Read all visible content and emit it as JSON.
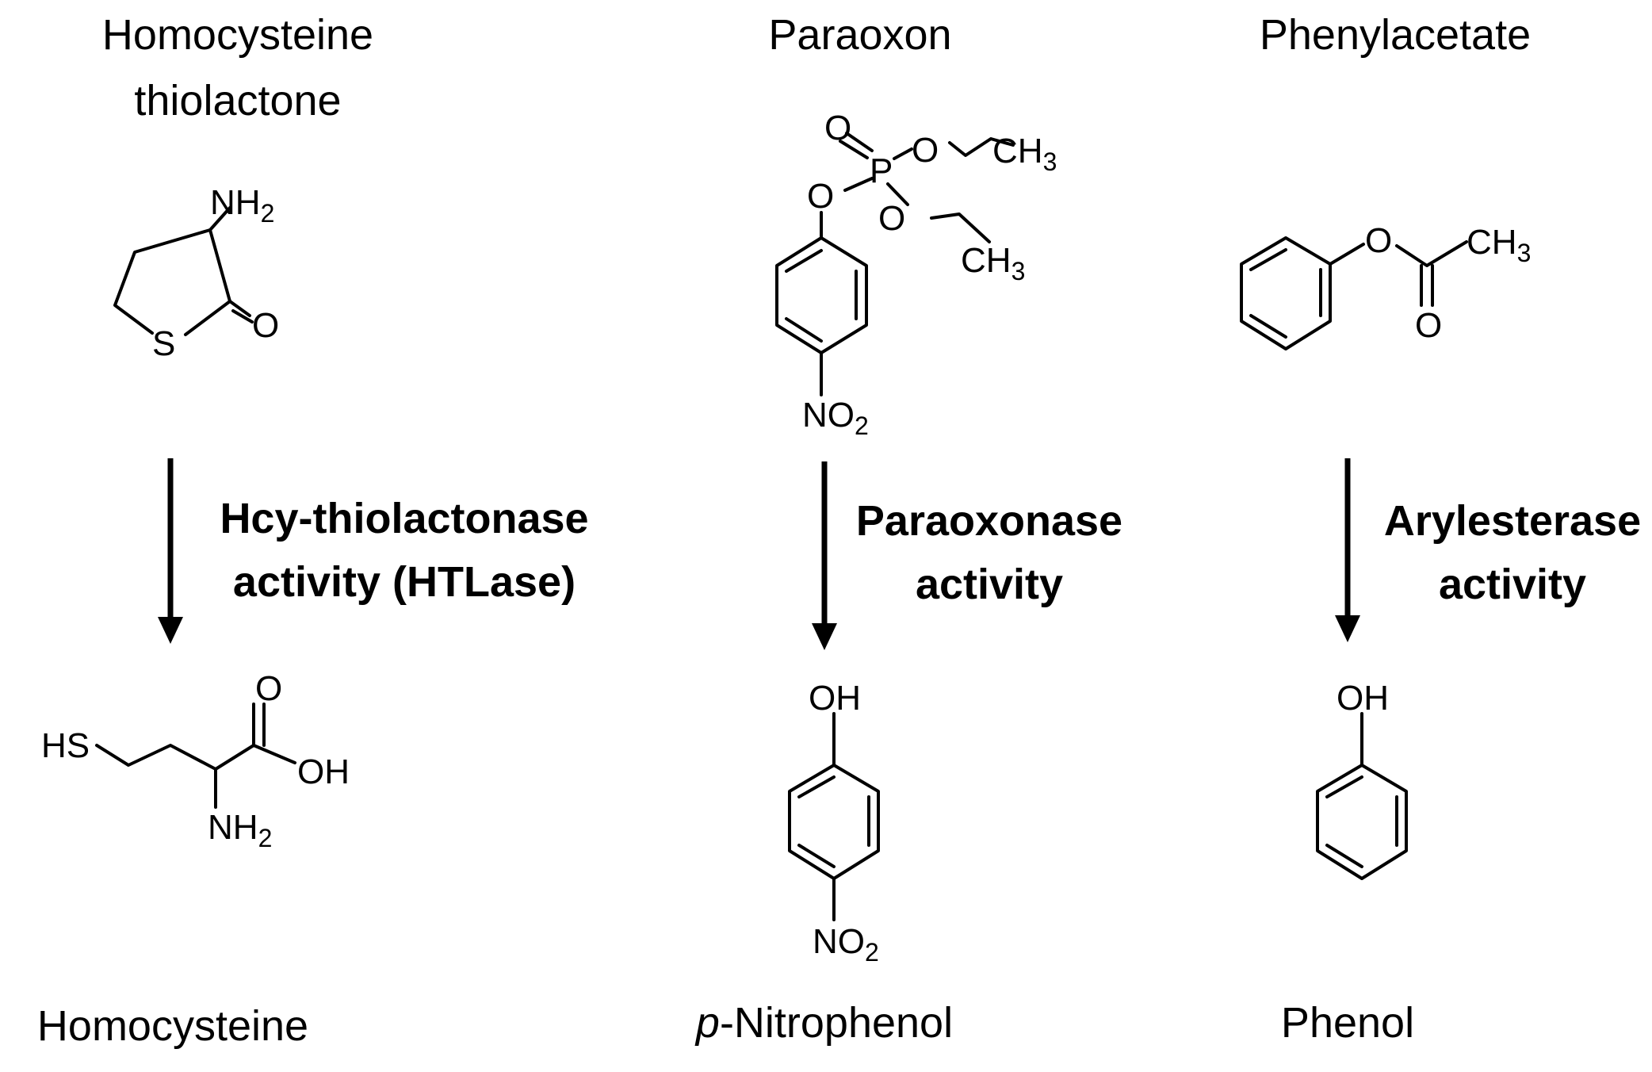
{
  "columns": [
    {
      "substrate_title_lines": [
        "Homocysteine",
        "thiolactone"
      ],
      "activity_lines": [
        "Hcy-thiolactonase",
        "activity (HTLase)"
      ],
      "product_title": "Homocysteine"
    },
    {
      "substrate_title_lines": [
        "Paraoxon"
      ],
      "activity_lines": [
        "Paraoxonase",
        "activity"
      ],
      "product_title_prefix": "p",
      "product_title_rest": "-Nitrophenol"
    },
    {
      "substrate_title_lines": [
        "Phenylacetate"
      ],
      "activity_lines": [
        "Arylesterase",
        "activity"
      ],
      "product_title": "Phenol"
    }
  ],
  "atoms": {
    "nh2": "NH",
    "sub2": "2",
    "o": "O",
    "s": "S",
    "p": "P",
    "ch3": "CH",
    "sub3": "3",
    "no2_n": "NO",
    "hs": "HS",
    "oh": "OH"
  }
}
